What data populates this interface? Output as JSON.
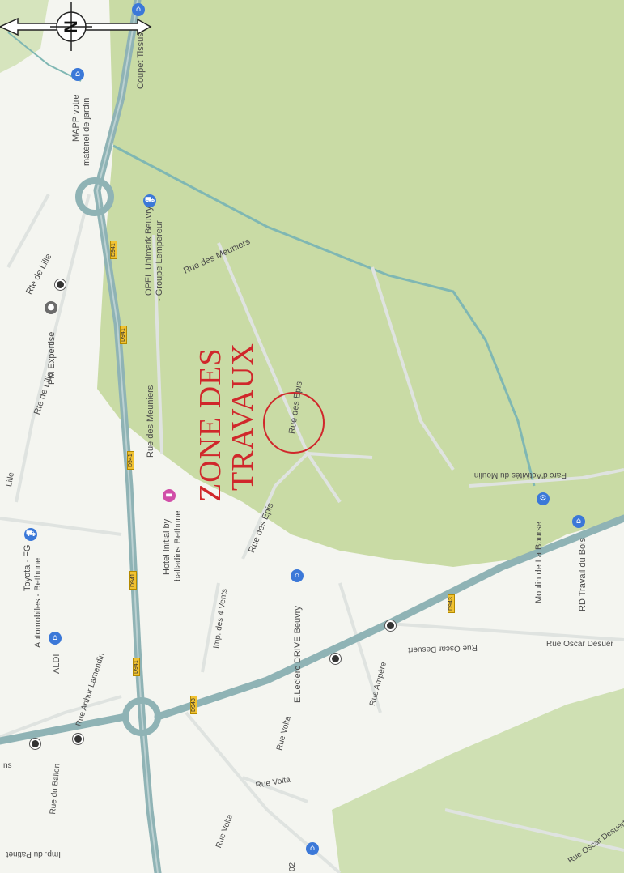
{
  "annotation": {
    "zone_title_line1": "ZONE DES",
    "zone_title_line2": "TRAVAUX",
    "color": "#d0272b"
  },
  "compass": {
    "letter": "N"
  },
  "colors": {
    "green_area": "#c9dba5",
    "road": "#8fb3b5",
    "water": "#7fb7b3"
  },
  "streets": {
    "rte_de_lille_1": "Rte de Lille",
    "rte_de_lille_2": "Rte de Lille",
    "rue_des_meuniers_1": "Rue des Meuniers",
    "rue_des_meuniers_2": "Rue des Meuniers",
    "rue_des_epis_1": "Rue des Epis",
    "rue_des_epis_2": "Rue des Epis",
    "parc_activites": "Parc d'Activités du Moulin",
    "imp_4_vents": "Imp. des 4 Vents",
    "rue_arthur_lamendin": "Rue Arthur Lamendin",
    "rue_du_ballon": "Rue du Ballon",
    "rue_volta_1": "Rue Volta",
    "rue_volta_2": "Rue Volta",
    "rue_volta_3": "Rue Volta",
    "rue_ampere": "Rue Ampère",
    "rue_oscar_desuert_1": "Rue Oscar Desuert",
    "rue_oscar_desuert_2": "Rue Oscar Desuer",
    "rue_oscar_desuert_3": "Rue Oscar Desuert",
    "imp_du_patinet": "Imp. du Patinet",
    "fragment_ns": "ns",
    "fragment_lille": "Lille",
    "fragment_02": "02"
  },
  "road_shields": [
    "D941",
    "D941",
    "D941",
    "D941",
    "D941",
    "D943",
    "D943"
  ],
  "places": {
    "coupet_tissus": "Coupet Tissus",
    "mapp_line1": "MAPP votre",
    "mapp_line2": "matériel de jardin",
    "opel_line1": "OPEL Unimark Beuvry",
    "opel_line2": "- Groupe Lempereur",
    "pm_expertise": "PM Expertise",
    "toyota_line1": "Toyota - FG",
    "toyota_line2": "Automobiles - Bethune",
    "aldi": "ALDI",
    "hotel_line1": "Hotel Initial by",
    "hotel_line2": "balladins Bethune",
    "leclerc": "E.Leclerc DRIVE Beuvry",
    "moulin": "Moulin de La Bourse",
    "rd_travail": "RD Travail du Bois"
  }
}
